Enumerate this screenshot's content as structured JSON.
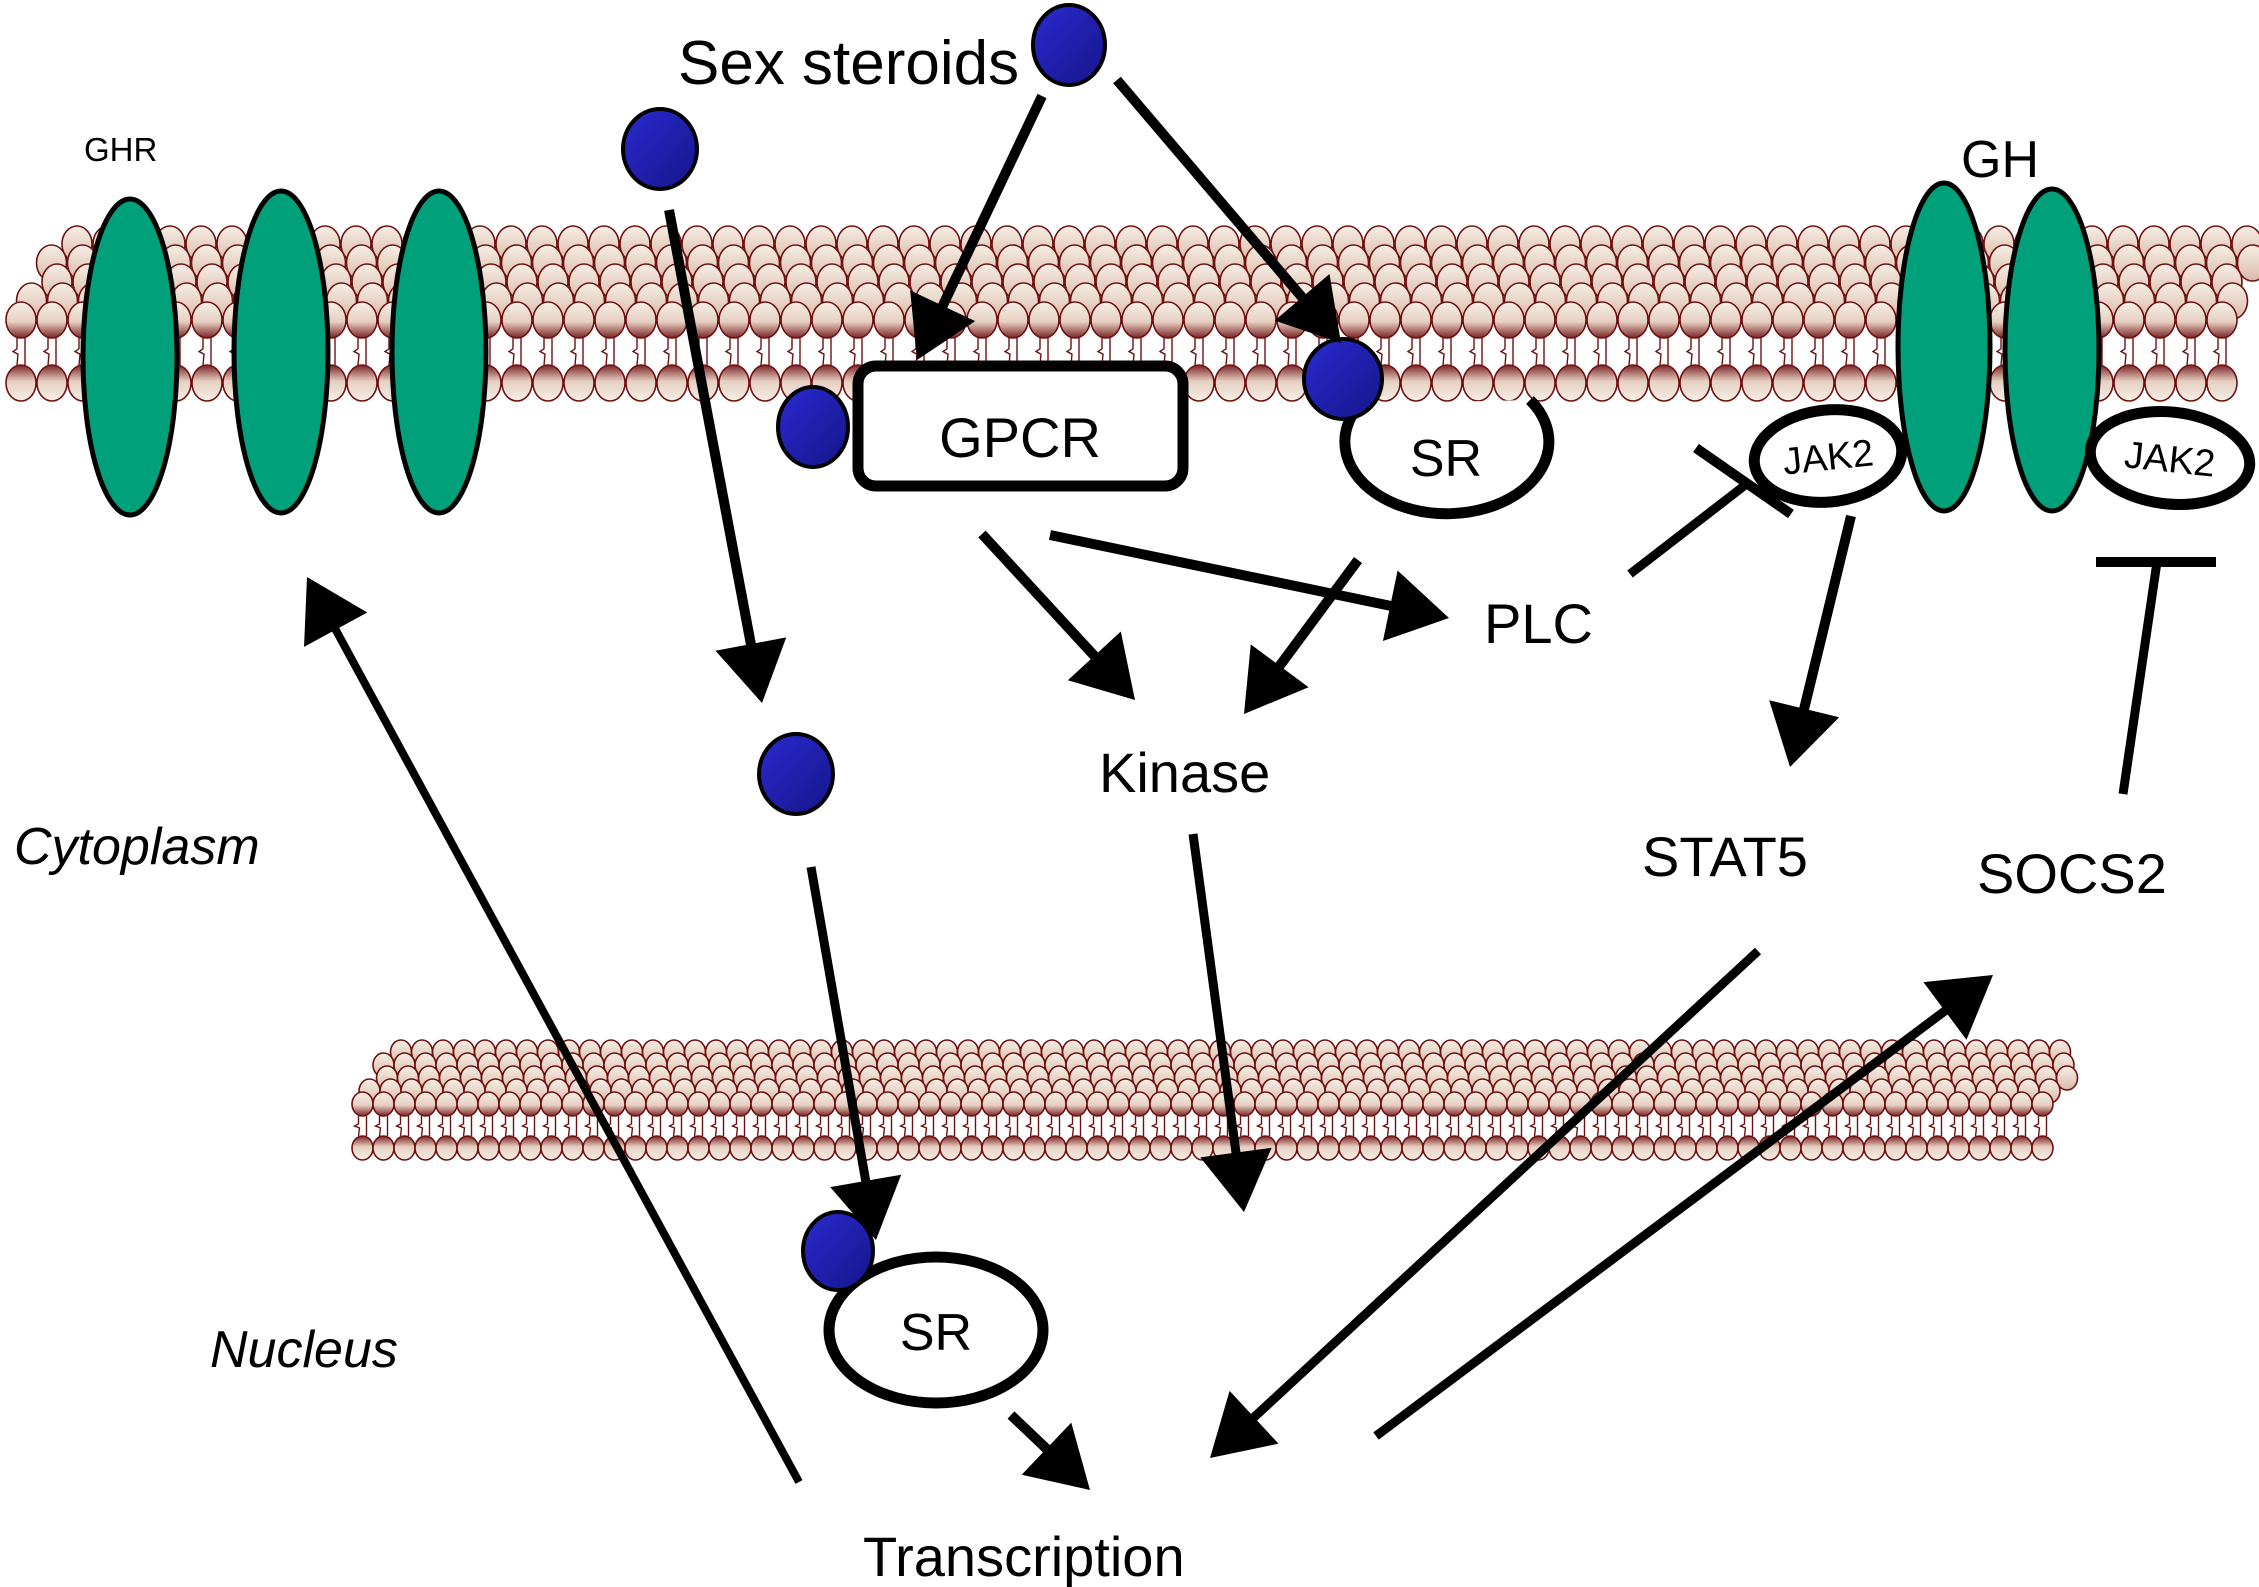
{
  "title": "Sex steroid and GH signalling pathways",
  "colors": {
    "receptor_green": "#00a07a",
    "steroid_blue": "#2020b0",
    "lipid_light": "#f6ece2",
    "lipid_dark": "#7a2323",
    "lipid_stroke": "#6e1010",
    "line": "#000000"
  },
  "regions": {
    "cytoplasm": "Cytoplasm",
    "nucleus": "Nucleus"
  },
  "ligands": {
    "sex_steroids": "Sex steroids",
    "gh": "GH"
  },
  "receptors": {
    "ghr": "GHR",
    "gpcr": "GPCR",
    "membrane_sr": "SR",
    "nuclear_sr": "SR",
    "jak2_left": "JAK2",
    "jak2_right": "JAK2"
  },
  "mediators": {
    "plc": "PLC",
    "kinase": "Kinase",
    "stat5": "STAT5",
    "socs2": "SOCS2",
    "transcription": "Transcription"
  },
  "edges": [
    {
      "from": "Sex steroids",
      "to": "GPCR",
      "type": "activation"
    },
    {
      "from": "Sex steroids",
      "to": "SR (membrane)",
      "type": "activation"
    },
    {
      "from": "Sex steroid (free)",
      "to": "Sex steroid (cytoplasm)",
      "type": "activation"
    },
    {
      "from": "Sex steroid (cytoplasm)",
      "to": "SR (nuclear)",
      "type": "activation"
    },
    {
      "from": "GPCR",
      "to": "Kinase",
      "type": "activation"
    },
    {
      "from": "GPCR",
      "to": "PLC",
      "type": "activation"
    },
    {
      "from": "SR (membrane)",
      "to": "Kinase",
      "type": "activation"
    },
    {
      "from": "PLC",
      "to": "JAK2",
      "type": "inhibition"
    },
    {
      "from": "JAK2",
      "to": "STAT5",
      "type": "activation"
    },
    {
      "from": "SOCS2",
      "to": "JAK2",
      "type": "inhibition"
    },
    {
      "from": "Kinase",
      "to": "Nucleus",
      "type": "activation"
    },
    {
      "from": "SR (nuclear)",
      "to": "Transcription",
      "type": "activation"
    },
    {
      "from": "STAT5",
      "to": "Transcription",
      "type": "activation"
    },
    {
      "from": "Transcription",
      "to": "SOCS2",
      "type": "activation"
    },
    {
      "from": "Transcription",
      "to": "GHR",
      "type": "activation"
    }
  ]
}
